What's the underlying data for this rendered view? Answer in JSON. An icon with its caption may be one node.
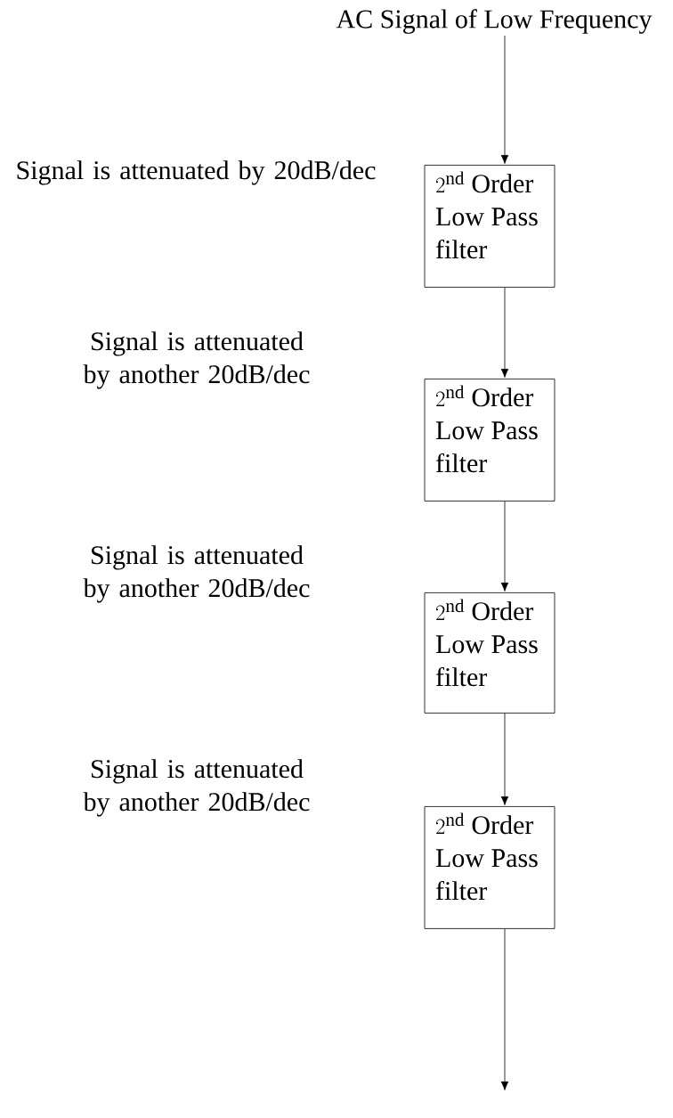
{
  "diagram": {
    "nodes": [
      {
        "text": [
          "AC Signal of Low Frequency"
        ]
      },
      {
        "text": [
          "2^{\\mathrm{nd}}",
          "Order Low Pass filter"
        ]
      },
      {
        "text": [
          "2^{\\mathrm{nd}}",
          "Order Low Pass filter"
        ]
      },
      {
        "text": [
          "2^{\\mathrm{nd}}",
          "Order Low Pass filter"
        ]
      },
      {
        "text": [
          "2^{\\mathrm{nd}}",
          "Order Low Pass filter"
        ]
      }
    ],
    "edges": [
      {
        "from": 0,
        "to": 1,
        "arrow": "to"
      },
      {
        "from": 1,
        "to": 2,
        "arrow": "to"
      },
      {
        "from": 2,
        "to": 3,
        "arrow": "to"
      },
      {
        "from": 3,
        "to": 4,
        "arrow": "to"
      },
      {
        "from": 4,
        "to": null,
        "arrow": "to"
      }
    ],
    "labels": [
      "Signal is attenuated by 20dB/dec",
      "Signal is attenuated by another 20dB/dec",
      "Signal is attenuated by another 20dB/dec",
      "Signal is attenuated by another 20dB/dec"
    ]
  }
}
